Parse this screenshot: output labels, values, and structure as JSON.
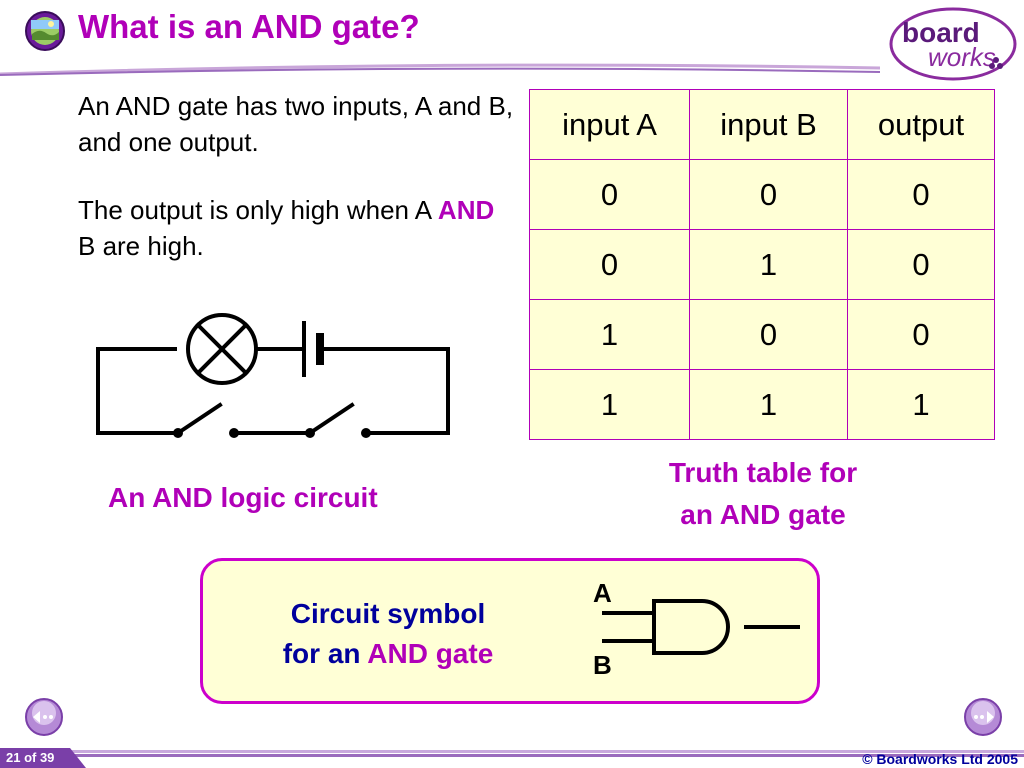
{
  "header": {
    "title": "What is an AND gate?",
    "logo_top": "board",
    "logo_bottom": "works"
  },
  "intro": {
    "p1": "An AND gate has two inputs, A and B, and one output.",
    "p2_before": "The output is only high when A ",
    "p2_highlight": "AND",
    "p2_after": " B are high."
  },
  "truth_table": {
    "headers": [
      "input A",
      "input B",
      "output"
    ],
    "rows": [
      [
        "0",
        "0",
        "0"
      ],
      [
        "0",
        "1",
        "0"
      ],
      [
        "1",
        "0",
        "0"
      ],
      [
        "1",
        "1",
        "1"
      ]
    ],
    "caption_line1": "Truth table for",
    "caption_line2": "an AND gate"
  },
  "circuit": {
    "caption": "An AND logic circuit"
  },
  "symbol_box": {
    "line1": "Circuit symbol",
    "line2_prefix": "for an ",
    "line2_highlight": "AND gate",
    "pin_a": "A",
    "pin_b": "B"
  },
  "footer": {
    "slide_number": "21 of 39",
    "copyright": "© Boardworks Ltd 2005"
  },
  "colors": {
    "accent": "#b000b8",
    "navy": "#00009c",
    "table_fill": "#ffffd6"
  },
  "icons": [
    "globe-icon",
    "back-arrow-icon",
    "forward-arrow-icon"
  ]
}
